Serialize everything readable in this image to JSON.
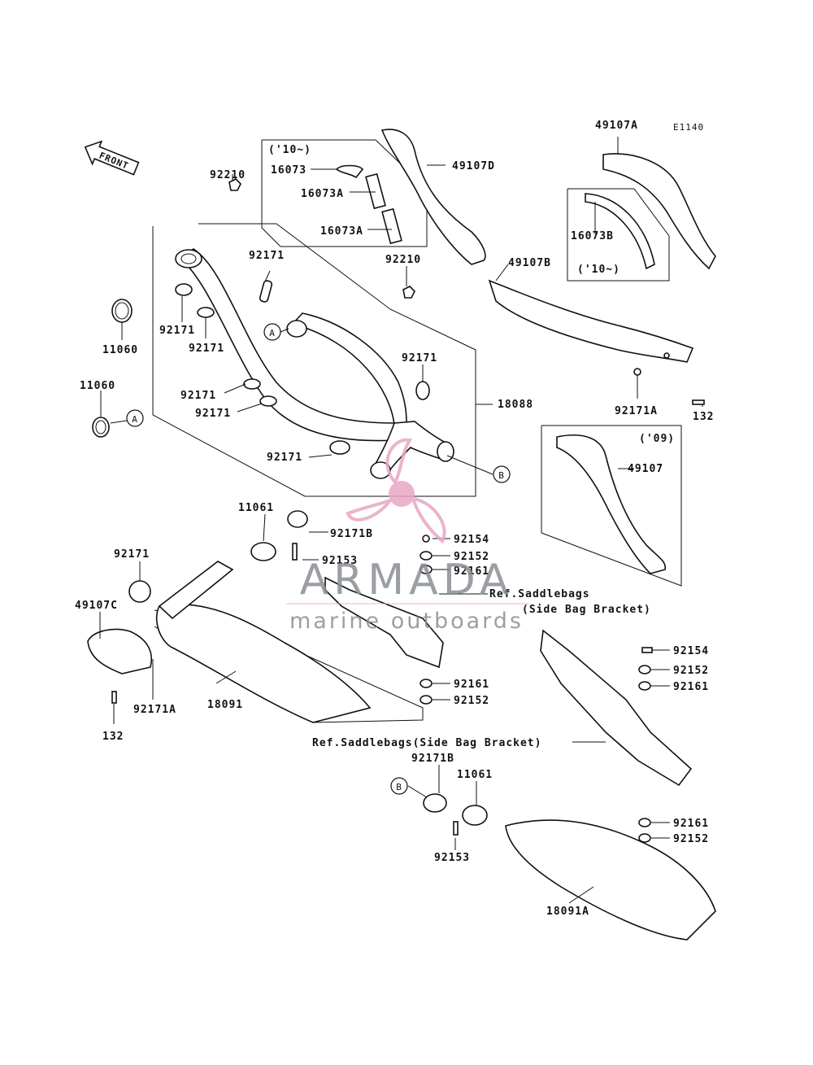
{
  "diagram_code": "E1140",
  "front_label": "FRONT",
  "watermark": {
    "brand": "ARMADA",
    "tagline": "marine outboards",
    "colors": {
      "logo": "#e8a6c4",
      "text": "#8a8f95"
    }
  },
  "labels": [
    {
      "id": "p92210a",
      "text": "92210"
    },
    {
      "id": "p11060a",
      "text": "11060"
    },
    {
      "id": "p92171a",
      "text": "92171"
    },
    {
      "id": "p92171b",
      "text": "92171"
    },
    {
      "id": "p92171c",
      "text": "92171"
    },
    {
      "id": "p11060b",
      "text": "11060"
    },
    {
      "id": "p92171d",
      "text": "92171"
    },
    {
      "id": "p92171e",
      "text": "92171"
    },
    {
      "id": "p92171f",
      "text": "92171"
    },
    {
      "id": "p92210b",
      "text": "92210"
    },
    {
      "id": "p92171g",
      "text": "92171"
    },
    {
      "id": "p18088",
      "text": "18088"
    },
    {
      "id": "p49107D",
      "text": "49107D"
    },
    {
      "id": "p16073",
      "text": "16073"
    },
    {
      "id": "p16073A1",
      "text": "16073A"
    },
    {
      "id": "p16073A2",
      "text": "16073A"
    },
    {
      "id": "p10a",
      "text": "('10~)"
    },
    {
      "id": "p49107A",
      "text": "49107A"
    },
    {
      "id": "p16073B",
      "text": "16073B"
    },
    {
      "id": "p10b",
      "text": "('10~)"
    },
    {
      "id": "p49107B",
      "text": "49107B"
    },
    {
      "id": "p92171A1",
      "text": "92171A"
    },
    {
      "id": "p132a",
      "text": "132"
    },
    {
      "id": "p09",
      "text": "('09)"
    },
    {
      "id": "p49107",
      "text": "49107"
    },
    {
      "id": "p11061a",
      "text": "11061"
    },
    {
      "id": "p92171B1",
      "text": "92171B"
    },
    {
      "id": "p92153a",
      "text": "92153"
    },
    {
      "id": "p92154a",
      "text": "92154"
    },
    {
      "id": "p92152a",
      "text": "92152"
    },
    {
      "id": "p92161a",
      "text": "92161"
    },
    {
      "id": "p92171h",
      "text": "92171"
    },
    {
      "id": "p49107C",
      "text": "49107C"
    },
    {
      "id": "p132b",
      "text": "132"
    },
    {
      "id": "p92171A2",
      "text": "92171A"
    },
    {
      "id": "p18091",
      "text": "18091"
    },
    {
      "id": "p92161b",
      "text": "92161"
    },
    {
      "id": "p92152b",
      "text": "92152"
    },
    {
      "id": "p92154b",
      "text": "92154"
    },
    {
      "id": "p92152c",
      "text": "92152"
    },
    {
      "id": "p92161c",
      "text": "92161"
    },
    {
      "id": "p92171B2",
      "text": "92171B"
    },
    {
      "id": "p11061b",
      "text": "11061"
    },
    {
      "id": "p92153b",
      "text": "92153"
    },
    {
      "id": "p92161d",
      "text": "92161"
    },
    {
      "id": "p92152d",
      "text": "92152"
    },
    {
      "id": "p18091A",
      "text": "18091A"
    }
  ],
  "refs": [
    {
      "id": "ref1a",
      "text": "Ref.Saddlebags"
    },
    {
      "id": "ref1b",
      "text": "(Side Bag Bracket)"
    },
    {
      "id": "ref2",
      "text": "Ref.Saddlebags(Side Bag Bracket)"
    }
  ],
  "callouts": [
    {
      "id": "cA1",
      "text": "A"
    },
    {
      "id": "cA2",
      "text": "A"
    },
    {
      "id": "cB1",
      "text": "B"
    },
    {
      "id": "cB2",
      "text": "B"
    }
  ]
}
